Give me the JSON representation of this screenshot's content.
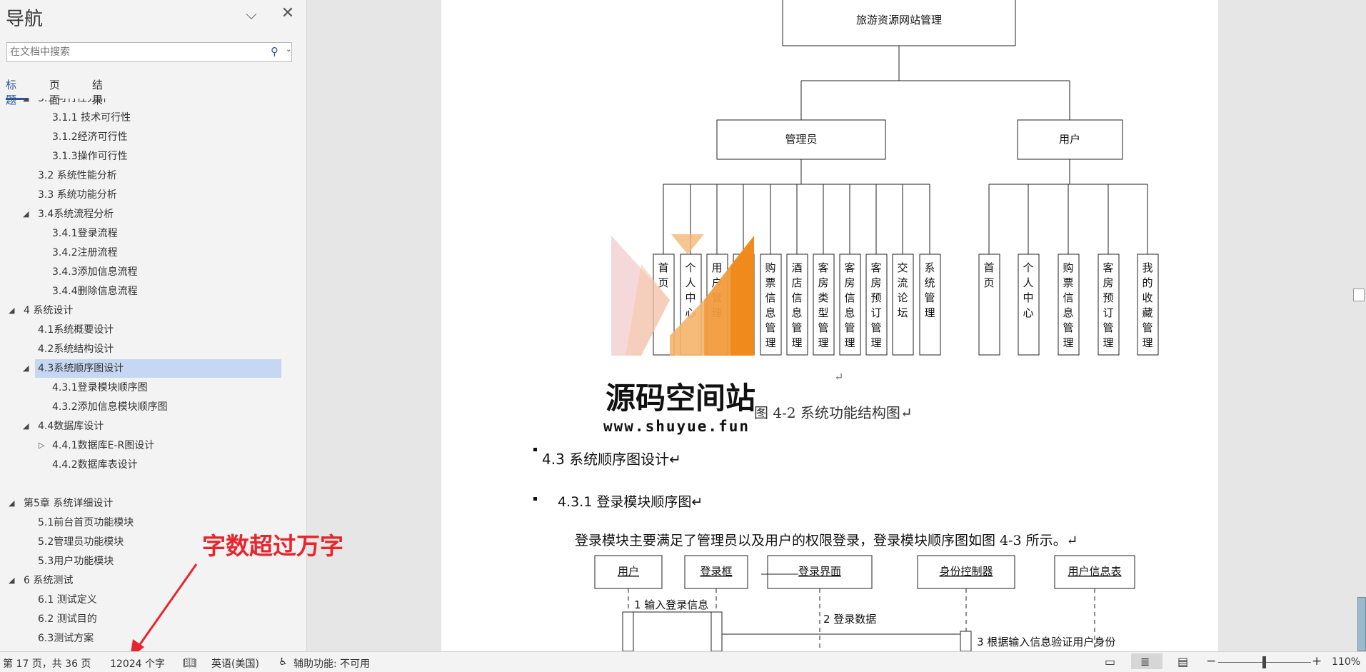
{
  "nav": {
    "title": "导航",
    "search_placeholder": "在文档中搜索",
    "tabs": [
      "标题",
      "页面",
      "结果"
    ],
    "items": [
      {
        "text": "3.1 可行性分析",
        "level": 1,
        "arrow": "expanded"
      },
      {
        "text": "3.1.1 技术可行性",
        "level": 2
      },
      {
        "text": "3.1.2经济可行性",
        "level": 2
      },
      {
        "text": "3.1.3操作可行性",
        "level": 2
      },
      {
        "text": "3.2 系统性能分析",
        "level": 1
      },
      {
        "text": "3.3 系统功能分析",
        "level": 1
      },
      {
        "text": "3.4系统流程分析",
        "level": 1,
        "arrow": "expanded"
      },
      {
        "text": "3.4.1登录流程",
        "level": 2
      },
      {
        "text": "3.4.2注册流程",
        "level": 2
      },
      {
        "text": "3.4.3添加信息流程",
        "level": 2
      },
      {
        "text": "3.4.4删除信息流程",
        "level": 2
      },
      {
        "text": "4 系统设计",
        "level": 0,
        "arrow": "expanded"
      },
      {
        "text": "4.1系统概要设计",
        "level": 1
      },
      {
        "text": "4.2系统结构设计",
        "level": 1
      },
      {
        "text": "4.3系统顺序图设计",
        "level": 1,
        "arrow": "expanded",
        "selected": true
      },
      {
        "text": "4.3.1登录模块顺序图",
        "level": 2
      },
      {
        "text": "4.3.2添加信息模块顺序图",
        "level": 2
      },
      {
        "text": "4.4数据库设计",
        "level": 1,
        "arrow": "expanded"
      },
      {
        "text": "4.4.1数据库E-R图设计",
        "level": 2,
        "arrow": "collapsed"
      },
      {
        "text": "4.4.2数据库表设计",
        "level": 2
      },
      {
        "text": "",
        "level": 0
      },
      {
        "text": "第5章 系统详细设计",
        "level": 0,
        "arrow": "expanded"
      },
      {
        "text": "5.1前台首页功能模块",
        "level": 1
      },
      {
        "text": "5.2管理员功能模块",
        "level": 1
      },
      {
        "text": "5.3用户功能模块",
        "level": 1
      },
      {
        "text": "6 系统测试",
        "level": 0,
        "arrow": "expanded"
      },
      {
        "text": "6.1 测试定义",
        "level": 1
      },
      {
        "text": "6.2 测试目的",
        "level": 1
      },
      {
        "text": "6.3测试方案",
        "level": 1
      }
    ]
  },
  "doc": {
    "diagram": {
      "root": "旅游资源网站管理",
      "admin": "管理员",
      "user": "用户",
      "admin_children": [
        "首页",
        "个人中心",
        "用户管理",
        "景点信息管理",
        "购票信息管理",
        "酒店信息管理",
        "客房类型管理",
        "客房信息管理",
        "客房预订管理",
        "交流论坛",
        "系统管理"
      ],
      "user_children": [
        "首页",
        "个人中心",
        "购票信息管理",
        "客房预订管理",
        "我的收藏管理"
      ]
    },
    "return_mark": "↵",
    "figure_caption": "图 4-2  系统功能结构图↵",
    "heading_43": "4.3 系统顺序图设计↵",
    "heading_431": "4.3.1 登录模块顺序图↵",
    "paragraph": "登录模块主要满足了管理员以及用户的权限登录，登录模块顺序图如图 4-3 所示。↵",
    "sequence": {
      "lifelines": [
        "用户",
        "登录框",
        "登录界面",
        "身份控制器",
        "用户信息表"
      ],
      "messages": [
        "1 输入登录信息",
        "2 登录数据",
        "3 根据输入信息验证用户身份"
      ]
    }
  },
  "watermark": {
    "title": "源码空间站",
    "url": "www.shuyue.fun"
  },
  "annotation": "字数超过万字",
  "status": {
    "page": "第 17 页，共 36 页",
    "words": "12024 个字",
    "language": "英语(美国)",
    "accessibility": "辅助功能: 不可用",
    "zoom": "110%",
    "zoom_minus": "−",
    "zoom_plus": "+"
  },
  "colors": {
    "accent": "#2b579a",
    "selection": "#c5d7f2",
    "annotation": "#e6262c",
    "logo_orange": "#f08a1c"
  }
}
